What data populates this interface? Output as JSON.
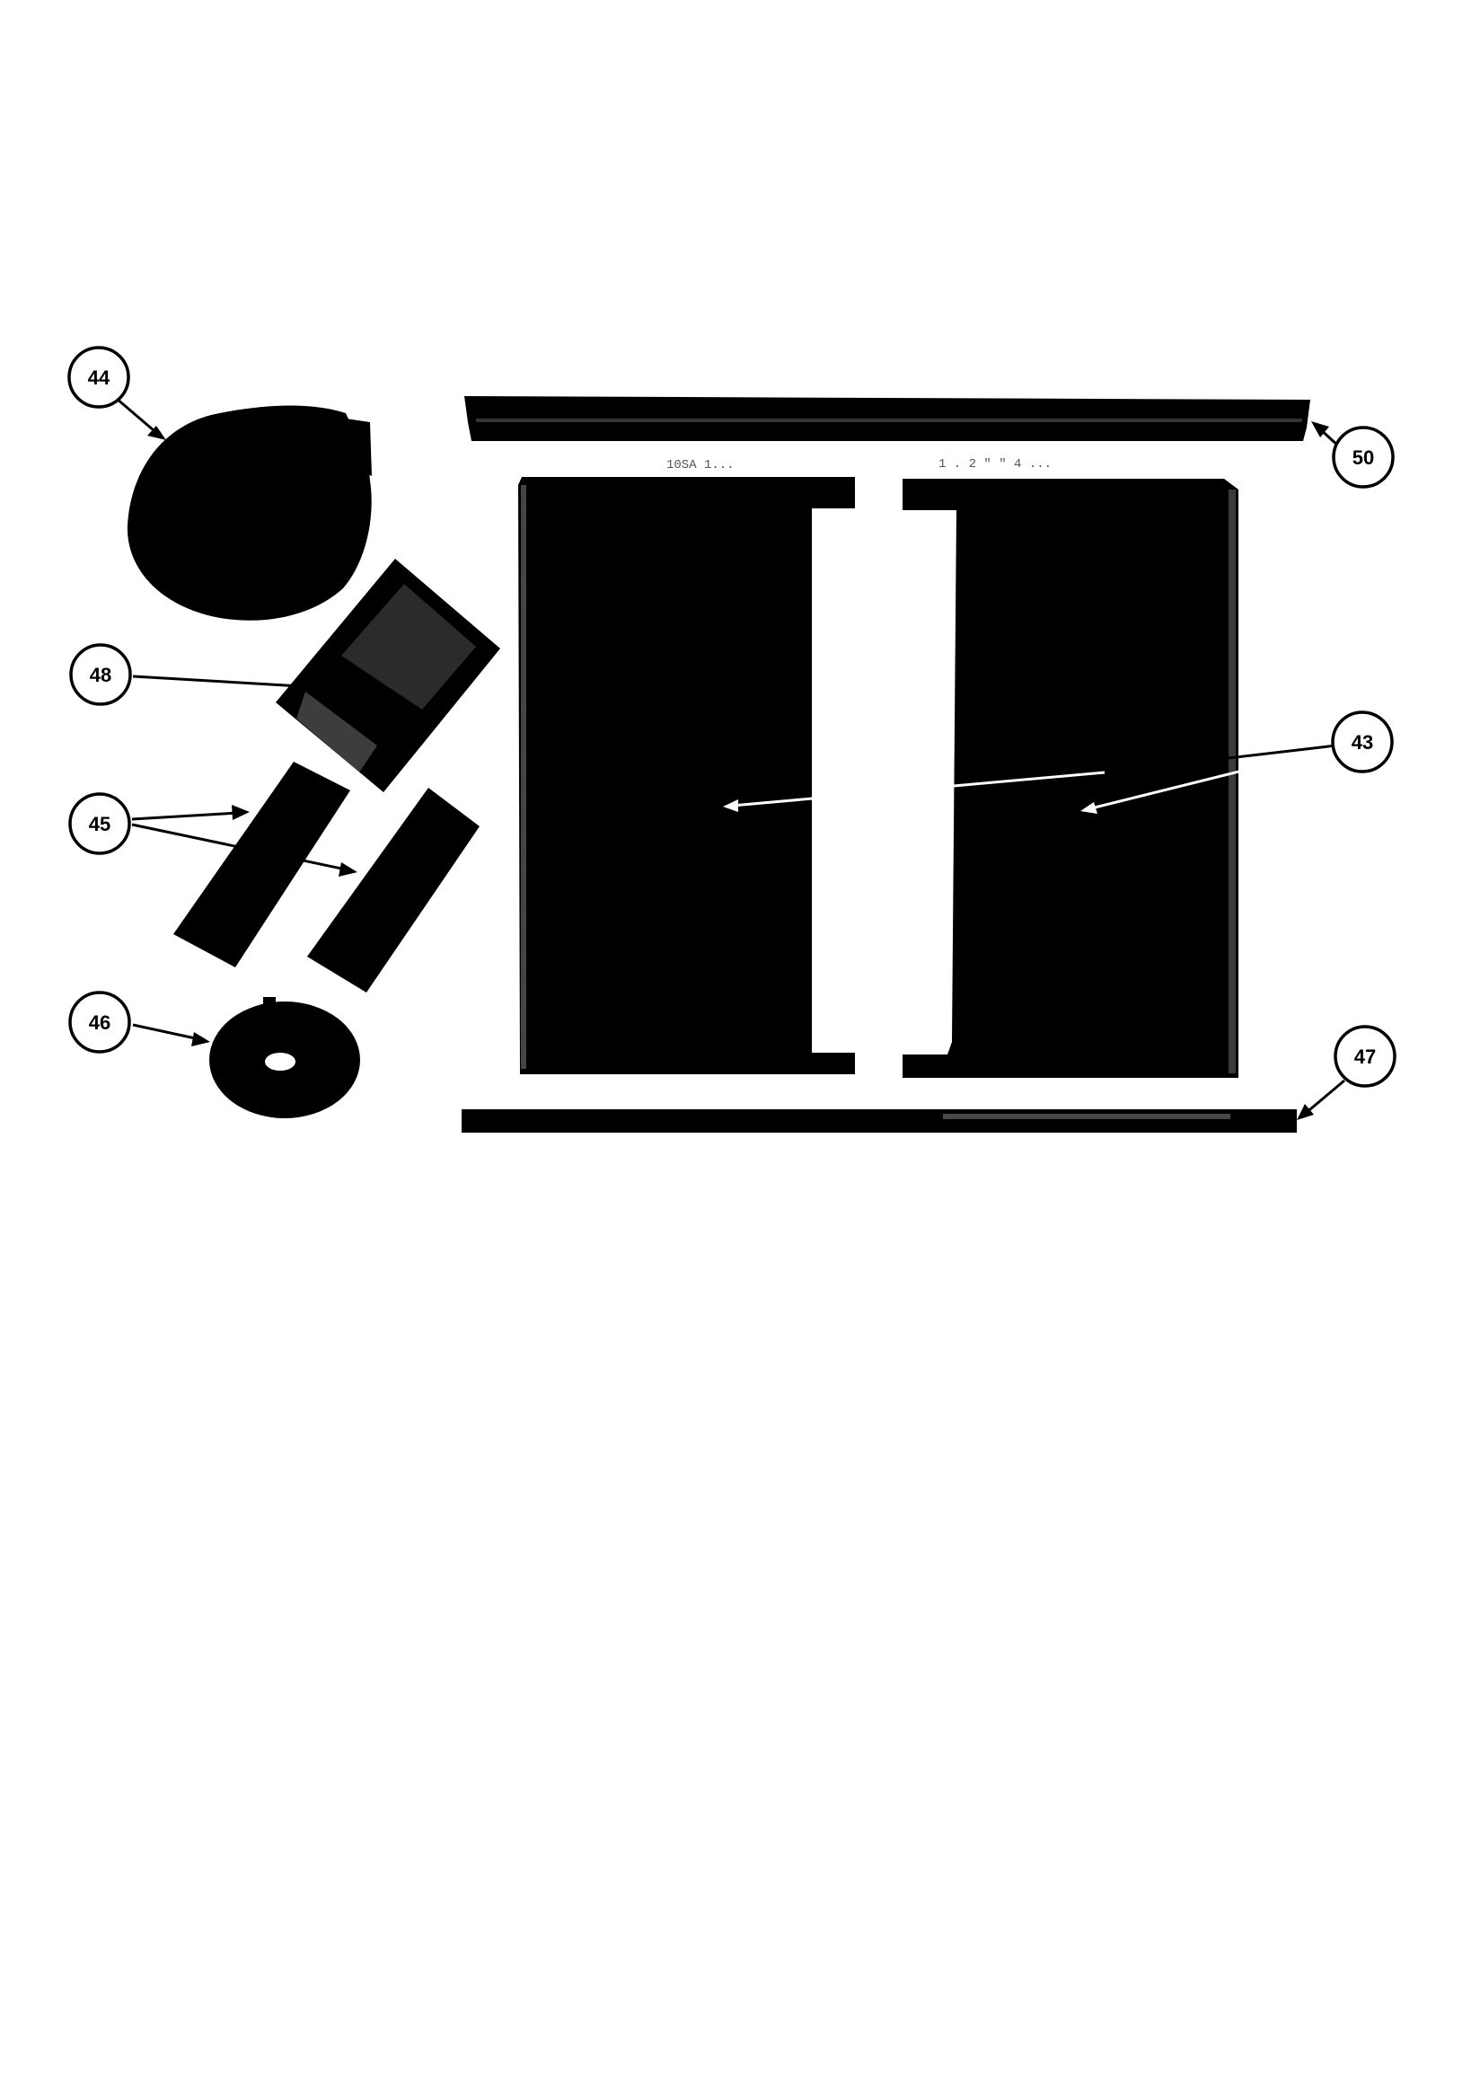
{
  "callouts": {
    "c44": "44",
    "c48": "48",
    "c45": "45",
    "c46": "46",
    "c50": "50",
    "c43": "43",
    "c47": "47"
  },
  "faint_labels": {
    "left_panel_top": "10SA 1...",
    "right_panel_top": "1 . 2 \" \" 4 ..."
  },
  "colors": {
    "ink": "#000000",
    "paper": "#ffffff"
  }
}
